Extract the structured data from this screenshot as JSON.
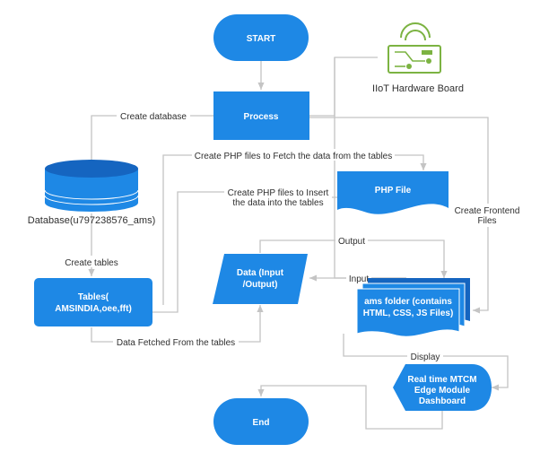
{
  "nodes": {
    "start": "START",
    "process": "Process",
    "iiot": "IIoT Hardware Board",
    "database": "Database(u797238576_ams)",
    "php_file": "PHP File",
    "data_io_1": "Data (Input",
    "data_io_2": "/Output)",
    "tables_1": "Tables(",
    "tables_2": "AMSINDIA,oee,fft)",
    "ams_1": "ams folder (contains",
    "ams_2": "HTML, CSS, JS Files)",
    "dash_1": "Real time MTCM",
    "dash_2": "Edge Module",
    "dash_3": "Dashboard",
    "end": "End"
  },
  "edges": {
    "create_database": "Create database",
    "fetch_php": "Create PHP files to Fetch the data from the tables",
    "insert_php_1": "Create PHP files to Insert",
    "insert_php_2": "the data into the tables",
    "create_frontend_1": "Create Frontend",
    "create_frontend_2": "Files",
    "create_tables": "Create tables",
    "output": "Output",
    "input": "Input",
    "data_fetched": "Data Fetched From the tables",
    "display": "Display"
  },
  "colors": {
    "node_fill": "#1e88e5",
    "node_dark": "#1565c0",
    "connector": "#c4c4c4",
    "iiot_icon": "#7cb342"
  }
}
